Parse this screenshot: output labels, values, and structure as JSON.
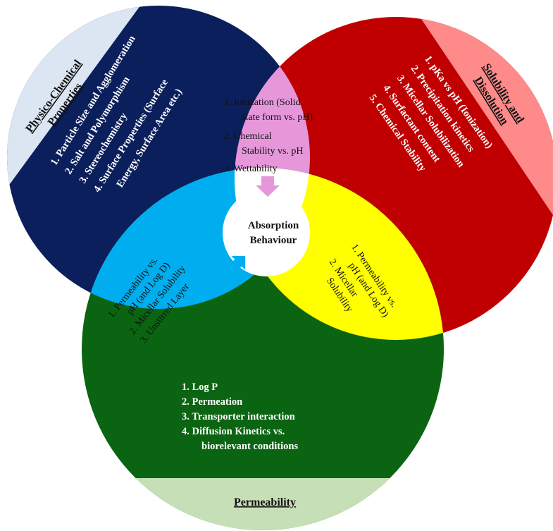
{
  "colors": {
    "physico": "#0b1f5c",
    "physico_band": "#dbe6f2",
    "solubility": "#c00000",
    "solubility_band": "#ff8a8a",
    "permeability": "#0b6411",
    "permeability_band": "#c7dfb7",
    "overlap_phys_sol": "#e597d9",
    "overlap_phys_perm": "#00aeef",
    "overlap_sol_perm": "#ffff00",
    "center": "#ffffff"
  },
  "physico": {
    "title_line1": "Physico-Chemical",
    "title_line2": "Properties",
    "items": [
      "1.  Particle Size and Agglomeration",
      "2.  Salt and Polymorphism",
      "3.  Stereochemistry",
      "4.  Surface Properties (Surface",
      "Energy, Surface Area etc.)"
    ]
  },
  "solubility": {
    "title_line1": "Solubility and",
    "title_line2": "Dissolution",
    "items": [
      "1.   pKa vs pH (Ionization)",
      "2.  Precipitation kinetics",
      "3.  Micellar Solubilization",
      "4.  Surfactant content",
      "5.  Chemical Stability"
    ]
  },
  "permeability": {
    "title": "Permeability",
    "items": [
      "1.   Log P",
      "2.   Permeation",
      "3.   Transporter interaction",
      "4.   Diffusion Kinetics vs.",
      "biorelevant conditions"
    ]
  },
  "overlap_phys_sol": {
    "items": [
      "1.   Ionization (Solid",
      "state form vs. pH)",
      "2.   Chemical",
      "Stability vs. pH",
      "3.   Wettability"
    ]
  },
  "overlap_phys_perm": {
    "items": [
      "1.   Permeability vs.",
      "pH (and Log D)",
      "2.   Micellar Solubility",
      "3.   Unstirred Layer"
    ]
  },
  "overlap_sol_perm": {
    "items": [
      "1.   Permeability vs.",
      "pH (and Log D)",
      "2.   Micellar",
      "Solubility"
    ]
  },
  "center": {
    "line1": "Absorption",
    "line2": "Behaviour"
  }
}
